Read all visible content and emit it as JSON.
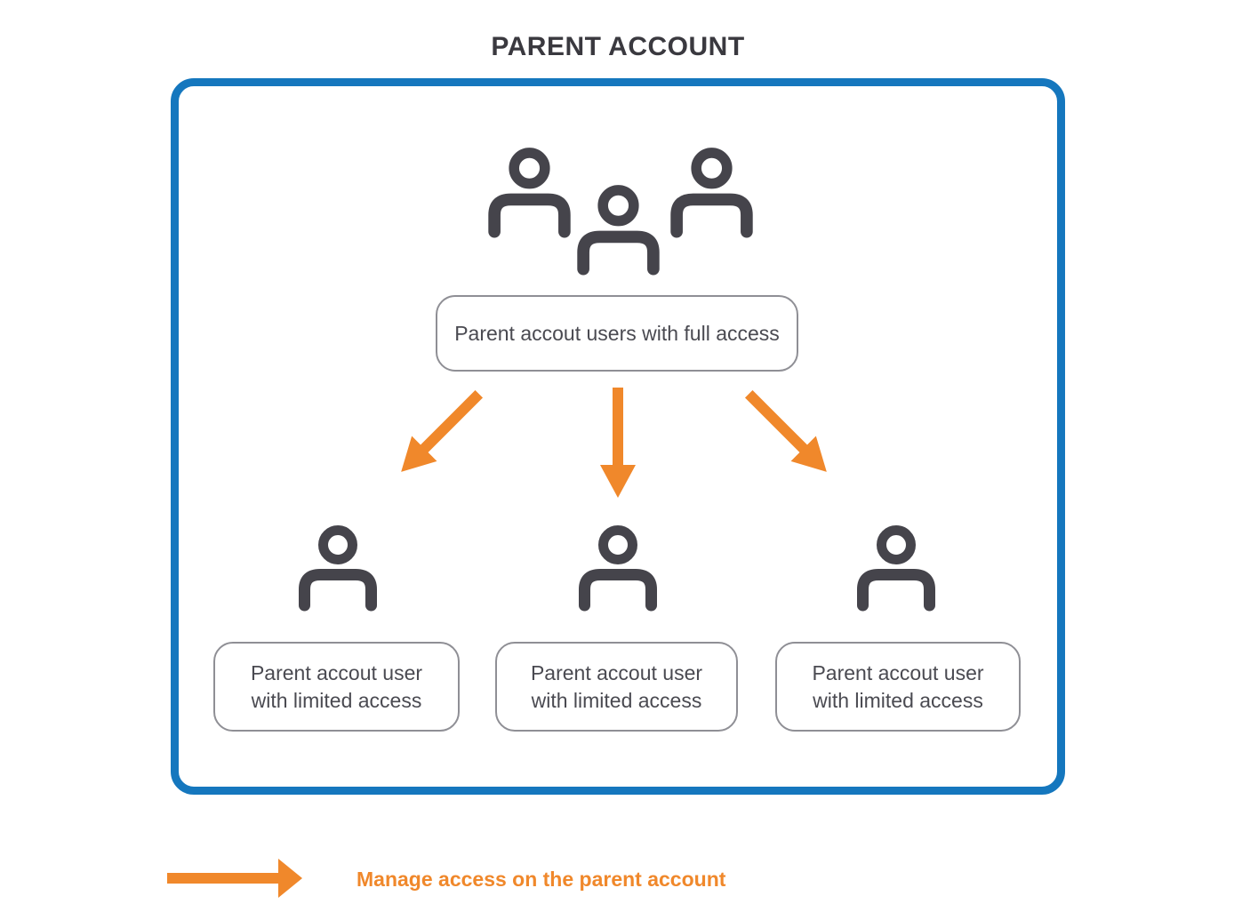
{
  "title": "PARENT ACCOUNT",
  "colors": {
    "border_blue": "#1577BE",
    "accent_orange": "#F0882B",
    "icon_dark": "#45444B",
    "label_border": "#8F8F95",
    "label_text": "#4A4A51",
    "title_text": "#3A393F"
  },
  "nodes": {
    "full_access": {
      "icon": "users-group-icon",
      "label": "Parent accout users with full access"
    },
    "limited": [
      {
        "icon": "user-icon",
        "line1": "Parent accout user",
        "line2": "with limited access"
      },
      {
        "icon": "user-icon",
        "line1": "Parent accout user",
        "line2": "with limited access"
      },
      {
        "icon": "user-icon",
        "line1": "Parent accout user",
        "line2": "with limited access"
      }
    ]
  },
  "connectors": {
    "type": "arrow",
    "color": "#F0882B",
    "directions": [
      "down-left",
      "down",
      "down-right"
    ]
  },
  "legend": {
    "icon": "right-arrow-icon",
    "label": "Manage access on the parent account"
  }
}
